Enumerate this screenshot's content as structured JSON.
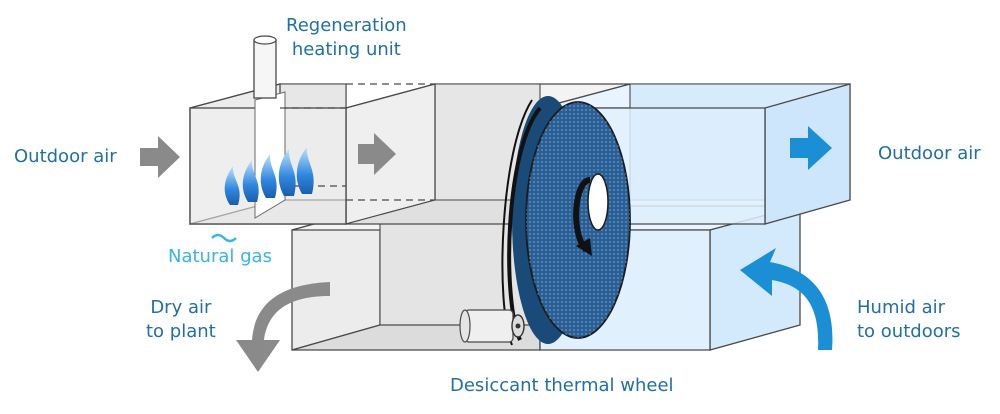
{
  "labels": {
    "regen_line1": "Regeneration",
    "regen_line2": "heating unit",
    "outdoor_air_in": "Outdoor air",
    "outdoor_air_out": "Outdoor air",
    "natural_gas": "Natural gas",
    "dry_line1": "Dry air",
    "dry_line2": "to plant",
    "humid_line1": "Humid air",
    "humid_line2": "to outdoors",
    "wheel": "Desiccant thermal wheel"
  },
  "colors": {
    "label_text": "#1f6fa8",
    "gas_text": "#38b4e6",
    "duct_edge": "#4a4a4a",
    "duct_gray_fill": "#eeeeee",
    "duct_blue_fill": "#dcefff",
    "arrow_gray": "#8a8a8a",
    "arrow_blue": "#1b8fd6",
    "wheel_face": "#1f5f9a",
    "flame_blue": "#2e86de"
  }
}
